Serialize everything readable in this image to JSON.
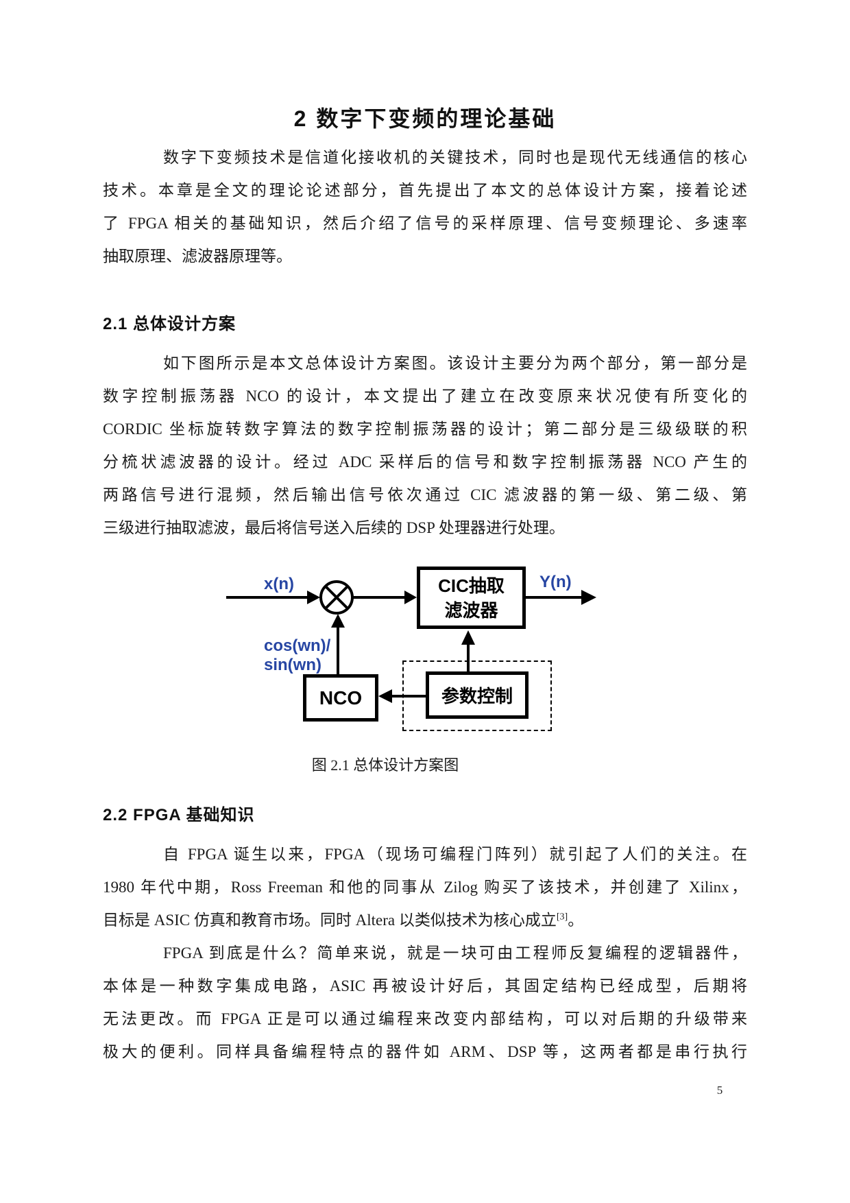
{
  "page": {
    "title": "2  数字下变频的理论基础",
    "page_number": "5"
  },
  "sections": {
    "s21_heading": "2.1  总体设计方案",
    "s22_heading": "2.2 FPGA 基础知识"
  },
  "paragraphs": {
    "p1": {
      "lines": [
        "数字下变频技术是信道化接收机的关键技术，同时也是现代无线通信的核心",
        "技术。本章是全文的理论论述部分，首先提出了本文的总体设计方案，接着论述",
        "了 FPGA 相关的基础知识，然后介绍了信号的采样原理、信号变频理论、多速率",
        "抽取原理、滤波器原理等。"
      ]
    },
    "p2": {
      "lines": [
        "如下图所示是本文总体设计方案图。该设计主要分为两个部分，第一部分是",
        "数字控制振荡器 NCO 的设计，本文提出了建立在改变原来状况使有所变化的",
        "CORDIC 坐标旋转数字算法的数字控制振荡器的设计；第二部分是三级级联的积",
        "分梳状滤波器的设计。经过 ADC 采样后的信号和数字控制振荡器 NCO 产生的",
        "两路信号进行混频，然后输出信号依次通过 CIC 滤波器的第一级、第二级、第",
        "三级进行抽取滤波，最后将信号送入后续的 DSP 处理器进行处理。"
      ]
    },
    "p3": {
      "lines": [
        "自 FPGA 诞生以来，FPGA（现场可编程门阵列）就引起了人们的关注。在",
        "1980 年代中期，Ross Freeman 和他的同事从 Zilog 购买了该技术，并创建了 Xilinx，"
      ],
      "l3_pre": "目标是 ASIC 仿真和教育市场。同时 Altera 以类似技术为核心成立",
      "l3_sup": "[3]",
      "l3_post": "。"
    },
    "p4": {
      "lines": [
        "FPGA 到底是什么？简单来说，就是一块可由工程师反复编程的逻辑器件，",
        "本体是一种数字集成电路，ASIC 再被设计好后，其固定结构已经成型，后期将",
        "无法更改。而 FPGA 正是可以通过编程来改变内部结构，可以对后期的升级带来",
        "极大的便利。同样具备编程特点的器件如 ARM、DSP 等，这两者都是串行执行"
      ]
    }
  },
  "figure": {
    "caption": "图 2.1  总体设计方案图",
    "labels": {
      "input": "x(n)",
      "output": "Y(n)",
      "osc_line1": "cos(wn)/",
      "osc_line2": "sin(wn)",
      "cic_line1": "CIC抽取",
      "cic_line2": "滤波器",
      "nco": "NCO",
      "param": "参数控制"
    },
    "colors": {
      "label_blue": "#2746a3",
      "line_black": "#000000"
    }
  }
}
